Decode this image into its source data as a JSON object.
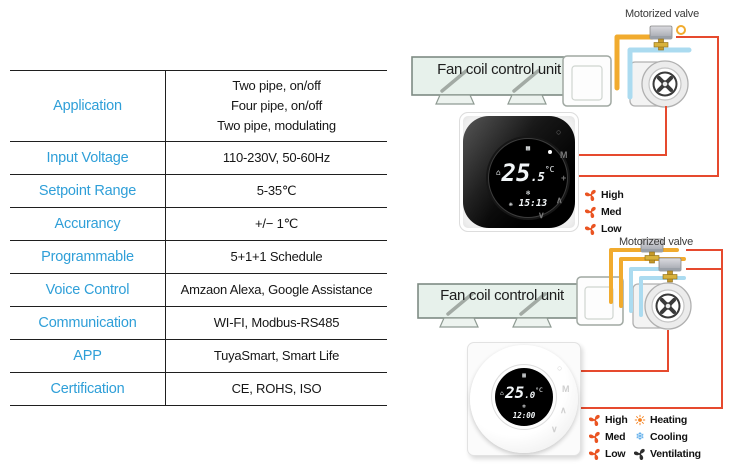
{
  "colors": {
    "accent_blue": "#2f9fd8",
    "wire_red": "#e64a2e",
    "pipe_hot_yellow": "#f1ab2e",
    "pipe_cold_blue": "#abdbf0",
    "fan_orange": "#ea5422",
    "heating_orange": "#f58220",
    "cooling_blue": "#4aa3e8"
  },
  "spec_table": {
    "rows": [
      {
        "label": "Application",
        "value": "Two pipe, on/off\nFour pipe, on/off\nTwo pipe, modulating"
      },
      {
        "label": "Input Voltage",
        "value": "110-230V, 50-60Hz"
      },
      {
        "label": "Setpoint Range",
        "value": "5-35℃"
      },
      {
        "label": "Accurancy",
        "value": "+/−  1℃"
      },
      {
        "label": "Programmable",
        "value": "5+1+1 Schedule"
      },
      {
        "label": "Voice Control",
        "value": "Amzaon Alexa, Google Assistance"
      },
      {
        "label": "Communication",
        "value": "WI-FI, Modbus-RS485"
      },
      {
        "label": "APP",
        "value": "TuyaSmart, Smart Life"
      },
      {
        "label": "Certification",
        "value": "CE, ROHS, ISO"
      }
    ]
  },
  "diagram_top": {
    "valve_label": "Motorized valve",
    "unit_label": "Fan coil control unit",
    "fan_speeds": [
      {
        "label": "High"
      },
      {
        "label": "Med"
      },
      {
        "label": "Low"
      }
    ],
    "thermostat": {
      "temp_main": "25",
      "temp_sub": ".5",
      "unit": "°C",
      "time": "15:13"
    }
  },
  "diagram_bottom": {
    "valve_label": "Motorized valve",
    "unit_label": "Fan coil control unit",
    "fan_speeds": [
      {
        "label": "High"
      },
      {
        "label": "Med"
      },
      {
        "label": "Low"
      }
    ],
    "modes": [
      {
        "label": "Heating"
      },
      {
        "label": "Cooling"
      },
      {
        "label": "Ventilating"
      }
    ],
    "thermostat": {
      "temp_main": "25",
      "temp_sub": ".0",
      "unit": "°C",
      "time": "12:00"
    }
  },
  "icons": {
    "grid": "▦",
    "snowflake": "❄",
    "home": "⌂",
    "fan_small": "❋",
    "power": "○",
    "mode": "M",
    "plus": "+",
    "up": "∧",
    "down": "∨"
  }
}
